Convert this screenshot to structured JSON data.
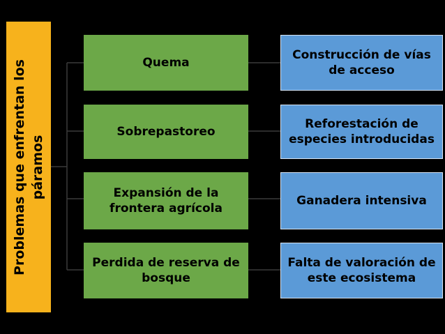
{
  "root": {
    "line1": "Problemas que enfrentan los",
    "line2": "páramos"
  },
  "problems": [
    {
      "label": "Quema"
    },
    {
      "label": "Sobrepastoreo"
    },
    {
      "label": "Expansión de la frontera agrícola"
    },
    {
      "label": "Perdida de reserva de bosque"
    }
  ],
  "causes": [
    {
      "label": "Construcción de vías de acceso"
    },
    {
      "label": "Reforestación de especies introducidas"
    },
    {
      "label": "Ganadera intensiva"
    },
    {
      "label": "Falta de valoración de este ecosistema"
    }
  ],
  "colors": {
    "root": "#F7B21C",
    "problem": "#6CA848",
    "cause": "#5B9AD7",
    "background": "#000000"
  }
}
